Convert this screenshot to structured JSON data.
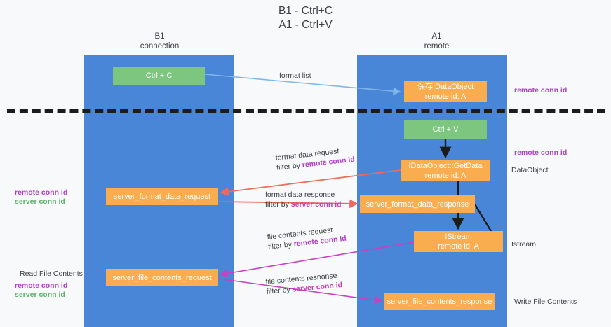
{
  "title": {
    "line1": "B1 - Ctrl+C",
    "line2": "A1 - Ctrl+V"
  },
  "lanes": [
    {
      "id": "b1",
      "name": "B1",
      "subtitle": "connection",
      "color": "#4a86d8"
    },
    {
      "id": "a1",
      "name": "A1",
      "subtitle": "remote",
      "color": "#4a86d8"
    }
  ],
  "nodes": {
    "ctrl_c": {
      "label": "Ctrl + C",
      "color": "#7dc67f"
    },
    "idataobject": {
      "line1": "保存IDataObject",
      "line2": "remote id: A",
      "color": "#f9ad4e"
    },
    "ctrl_v": {
      "label": "Ctrl + V",
      "color": "#7dc67f"
    },
    "getdata": {
      "line1": "IDataObject::GetData",
      "line2": "remote id: A",
      "color": "#f9ad4e"
    },
    "server_format_data_request": {
      "label": "server_format_data_request",
      "color": "#f9ad4e"
    },
    "server_format_data_response": {
      "label": "server_format_data_response",
      "color": "#f9ad4e"
    },
    "istream": {
      "line1": "IStream",
      "line2": "remote id: A",
      "color": "#f9ad4e"
    },
    "server_file_contents_request": {
      "label": "server_file_contents_request",
      "color": "#f9ad4e"
    },
    "server_file_contents_response": {
      "label": "server_file_contents_response",
      "color": "#f9ad4e"
    }
  },
  "edge_labels": {
    "format_list": {
      "line1": "format list"
    },
    "format_data_request": {
      "line1": "format data request",
      "prefix": "filter by ",
      "highlight": "remote conn id",
      "highlight_kind": "remote"
    },
    "format_data_response": {
      "line1": "format data response",
      "prefix": "filter by ",
      "highlight": "server conn id",
      "highlight_kind": "server"
    },
    "file_contents_request": {
      "line1": "file contents request",
      "prefix": "filter by ",
      "highlight": "remote conn id",
      "highlight_kind": "remote"
    },
    "file_contents_response": {
      "line1": "file contents response",
      "prefix": "filter by ",
      "highlight": "server conn id",
      "highlight_kind": "server"
    }
  },
  "annotations": {
    "right_remote_conn_id_top": "remote conn id",
    "right_remote_conn_id_mid": "remote conn id",
    "right_dataobject": "DataObject",
    "right_istream": "Istream",
    "right_write_file_contents": "Write File Contents",
    "left_remote_conn_id_top": "remote conn id",
    "left_server_conn_id_top": "server conn id",
    "left_read_file_contents": "Read File Contents",
    "left_remote_conn_id_bottom": "remote conn id",
    "left_server_conn_id_bottom": "server conn id"
  },
  "colors": {
    "lane": "#4a86d8",
    "node_green": "#7dc67f",
    "node_orange": "#f9ad4e",
    "remote_conn_id": "#b23fc8",
    "server_conn_id_green": "#5bb36a",
    "server_conn_id_magenta": "#c23fb0",
    "arrow_format_list": "#7fb6e8",
    "arrow_format_data": "#ef6a5a",
    "arrow_file_contents": "#cc3fc0",
    "arrow_internal": "#1c1c1c",
    "divider": "#1c1c1c",
    "background": "#f8f9fa",
    "text": "#3c4043"
  }
}
